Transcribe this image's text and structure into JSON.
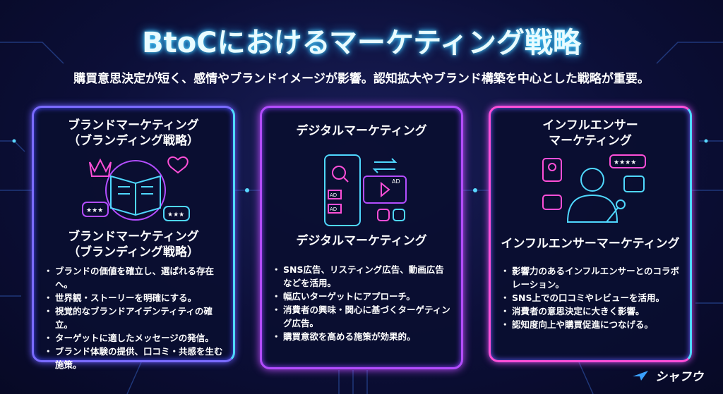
{
  "title": "BtoCにおけるマーケティング戦略",
  "subtitle": "購買意思決定が短く、感情やブランドイメージが影響。認知拡大やブランド構築を中心とした戦略が重要。",
  "cards": [
    {
      "title": "ブランドマーケティング\n（ブランディング戦略）",
      "subtitle": "ブランドマーケティング\n（ブランディング戦略）",
      "icon": "brand-book-icon",
      "bullets": [
        "ブランドの価値を確立し、選ばれる存在へ。",
        "世界観・ストーリーを明確にする。",
        "視覚的なブランドアイデンティティの確立。",
        "ターゲットに適したメッセージの発信。",
        "ブランド体験の提供、口コミ・共感を生む施策。"
      ]
    },
    {
      "title": "デジタルマーケティング",
      "subtitle": "デジタルマーケティング",
      "icon": "digital-ads-icon",
      "ad_label": "AD",
      "bullets": [
        "SNS広告、リスティング広告、動画広告などを活用。",
        "幅広いターゲットにアプローチ。",
        "消費者の興味・関心に基づくターゲティング広告。",
        "購買意欲を高める施策が効果的。"
      ]
    },
    {
      "title": "インフルエンサー\nマーケティング",
      "subtitle": "インフルエンサーマーケティング",
      "icon": "influencer-icon",
      "bullets": [
        "影響力のあるインフルエンサーとのコラボレーション。",
        "SNS上での口コミやレビューを活用。",
        "消費者の意思決定に大きく影響。",
        "認知度向上や購買促進につなげる。"
      ]
    }
  ],
  "logo": {
    "text": "シャフウ"
  },
  "colors": {
    "cyan": "#4fd8ff",
    "purple": "#b34dff",
    "pink": "#ff4fd8"
  }
}
